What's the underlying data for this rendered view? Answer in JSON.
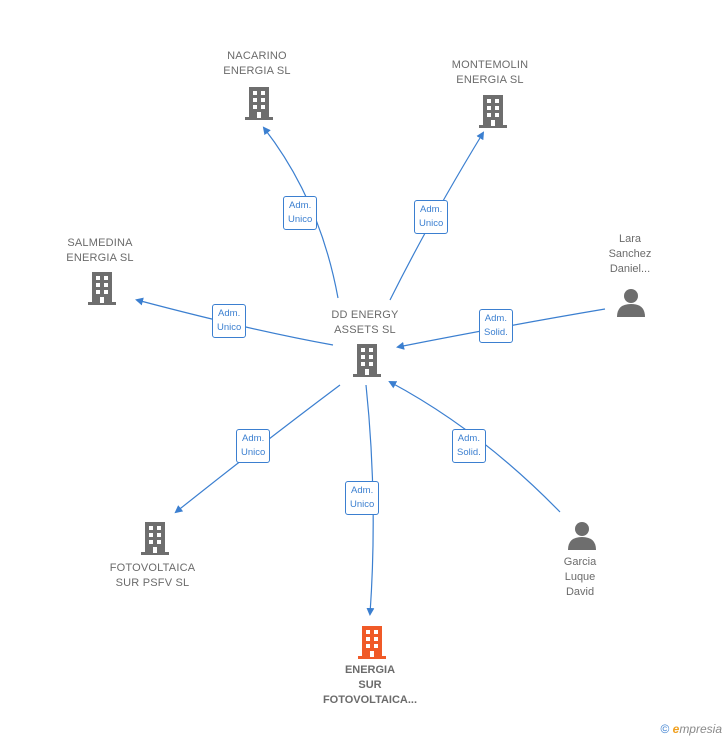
{
  "nodes": {
    "nacarino": {
      "label": "NACARINO\nENERGIA  SL"
    },
    "montemolin": {
      "label": "MONTEMOLIN\nENERGIA  SL"
    },
    "salmedina": {
      "label": "SALMEDINA\nENERGIA  SL"
    },
    "dd_energy": {
      "label": "DD ENERGY\nASSETS  SL"
    },
    "lara": {
      "label": "Lara\nSanchez\nDaniel..."
    },
    "fotovoltaica_psfv": {
      "label": "FOTOVOLTAICA\nSUR PSFV  SL"
    },
    "energia_sur": {
      "label": "ENERGIA\nSUR\nFOTOVOLTAICA..."
    },
    "garcia": {
      "label": "Garcia\nLuque\nDavid"
    }
  },
  "edges": {
    "to_nacarino": {
      "label": "Adm.\nUnico"
    },
    "to_montemolin": {
      "label": "Adm.\nUnico"
    },
    "to_salmedina": {
      "label": "Adm.\nUnico"
    },
    "lara_to_dd": {
      "label": "Adm.\nSolid."
    },
    "to_psfv": {
      "label": "Adm.\nUnico"
    },
    "to_energia_sur": {
      "label": "Adm.\nUnico"
    },
    "garcia_to_dd": {
      "label": "Adm.\nSolid."
    }
  },
  "colors": {
    "edge": "#3b7fd0",
    "building": "#6e6e6e",
    "highlight": "#f05a28",
    "person": "#6e6e6e"
  },
  "footer": {
    "copyright": "©",
    "brand_e": "e",
    "brand_rest": "mpresia"
  }
}
